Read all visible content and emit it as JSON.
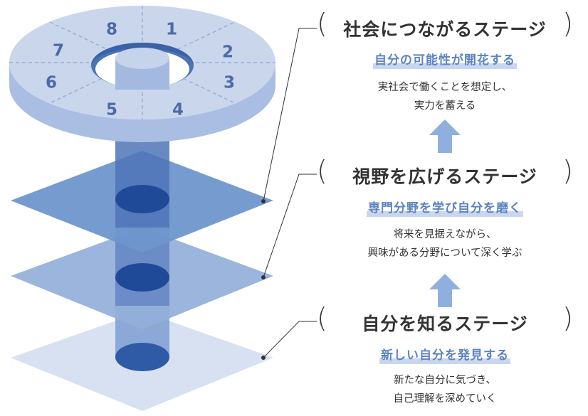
{
  "ring": {
    "segments": [
      "1",
      "2",
      "3",
      "4",
      "5",
      "6",
      "7",
      "8"
    ]
  },
  "stages": [
    {
      "title": "社会につながるステージ",
      "subtitle": "自分の可能性が開花する",
      "description": [
        "実社会で働くことを想定し、",
        "実力を蓄える"
      ]
    },
    {
      "title": "視野を広げるステージ",
      "subtitle": "専門分野を学び自分を磨く",
      "description": [
        "将来を見据えながら、",
        "興味がある分野について深く学ぶ"
      ]
    },
    {
      "title": "自分を知るステージ",
      "subtitle": "新しい自分を発見する",
      "description": [
        "新たな自分に気づき、",
        "自己理解を深めていく"
      ]
    }
  ],
  "colors": {
    "ring_top": "#c9d6ec",
    "ring_side": "#9fb5dc",
    "layer_top": "#6f97cc",
    "layer_mid": "#93afd9",
    "layer_bottom": "#d7e1f2",
    "pillar": "#4f74b7",
    "ellipse": "#1f4a98",
    "arrow": "#8fafde",
    "accent_text": "#5c83c4"
  }
}
